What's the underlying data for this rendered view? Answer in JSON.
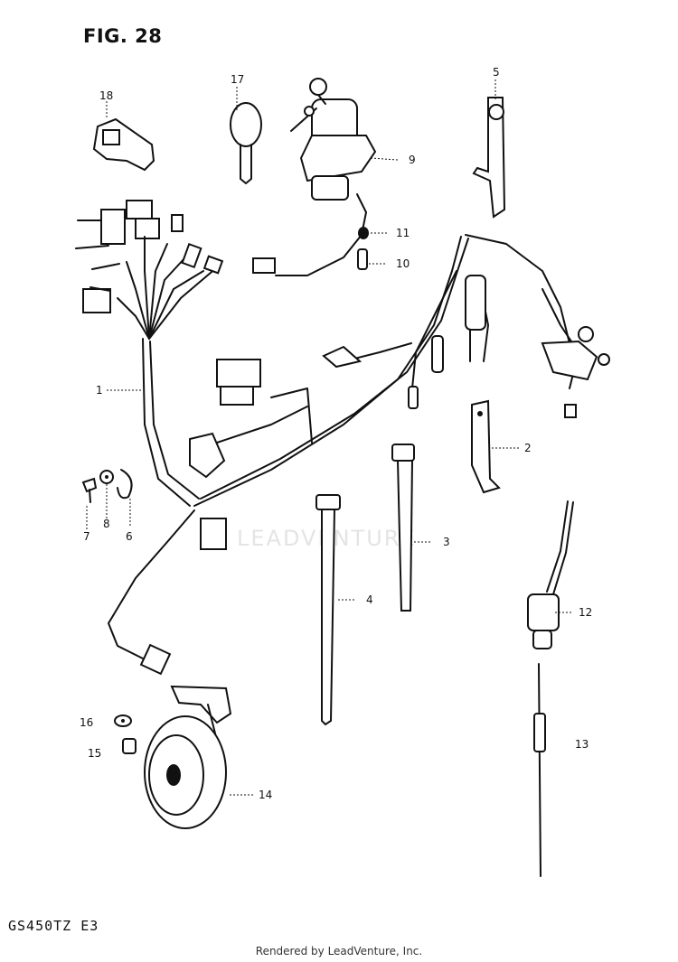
{
  "figure_title": "FIG. 28",
  "model_code": "GS450TZ  E3",
  "footer_credit": "Rendered by LeadVenture, Inc.",
  "watermark_text": "LEADVENTURE",
  "callouts": {
    "p1": "1",
    "p2": "2",
    "p3": "3",
    "p4": "4",
    "p5": "5",
    "p6": "6",
    "p7": "7",
    "p8": "8",
    "p9": "9",
    "p10": "10",
    "p11": "11",
    "p12": "12",
    "p13": "13",
    "p14": "14",
    "p15": "15",
    "p16": "16",
    "p17": "17",
    "p18": "18"
  }
}
